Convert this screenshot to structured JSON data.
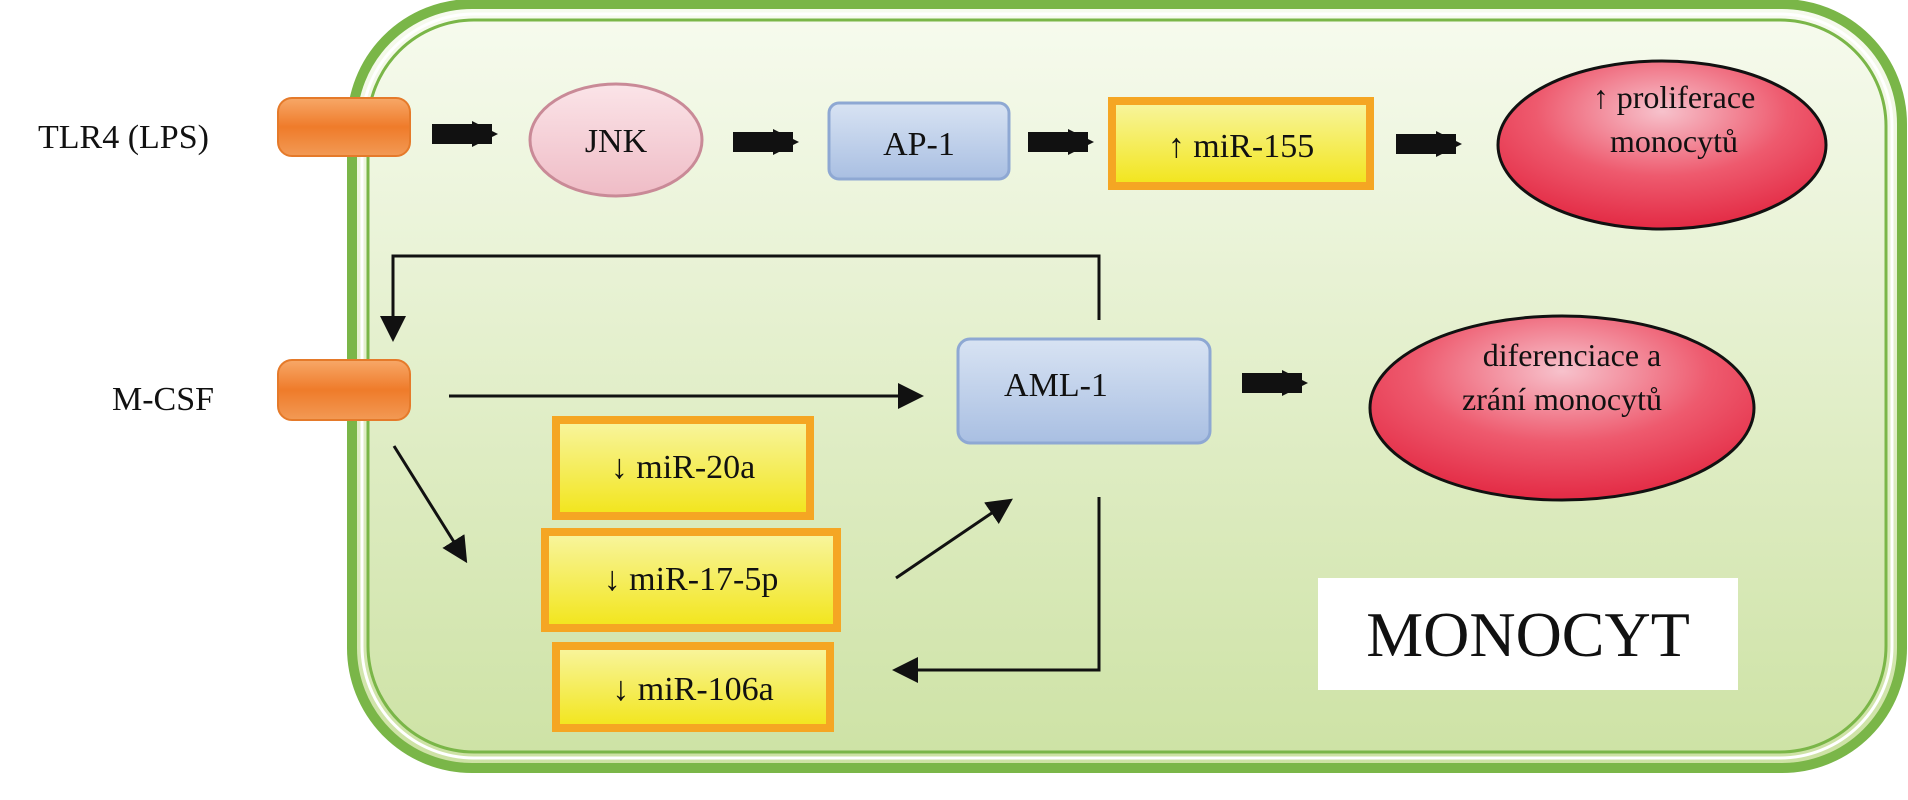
{
  "cell": {
    "label": "MONOCYT",
    "border_color": "#7ab648",
    "fill_color_top": "#f4f9ea",
    "fill_color_bottom": "#cfe3a8"
  },
  "receptors": {
    "tlr4": {
      "label": "TLR4 (LPS)",
      "color": "#f08a3c"
    },
    "mcsf": {
      "label": "M-CSF",
      "color": "#f08a3c"
    }
  },
  "nodes": {
    "jnk": "JNK",
    "ap1": "AP-1",
    "mir155": "↑ miR-155",
    "proliferace_line1": "↑ proliferace",
    "proliferace_line2": "monocytů",
    "aml1": "AML-1",
    "diferenciace_line1": "diferenciace a",
    "diferenciace_line2": "zrání monocytů",
    "mir20a": "↓ miR-20a",
    "mir17": "↓ miR-17-5p",
    "mir106a": "↓ miR-106a"
  },
  "colors": {
    "mirna_fill": "#f5ec1a",
    "mirna_border": "#f5a623",
    "outcome_fill": "#e8324a",
    "jnk_fill": "#f3c6cf",
    "tf_fill": "#b9cbe6",
    "arrow": "#111111"
  }
}
